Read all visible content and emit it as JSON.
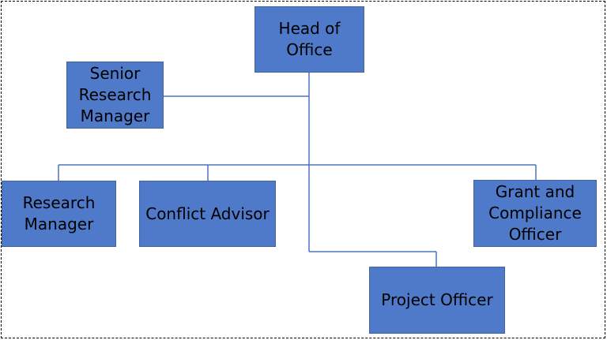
{
  "diagram": {
    "type": "org-chart",
    "box_color": "#4f79c9",
    "line_color": "#4a73c4",
    "nodes": {
      "head": {
        "label": "Head of\nOffice"
      },
      "senior": {
        "label": "Senior\nResearch\nManager"
      },
      "research": {
        "label": "Research\nManager"
      },
      "conflict": {
        "label": "Conflict Advisor"
      },
      "grant": {
        "label": "Grant  and\nCompliance\nOfficer"
      },
      "project": {
        "label": "Project Officer"
      }
    },
    "edges": [
      {
        "from": "head",
        "to": "senior"
      },
      {
        "from": "head",
        "to": "research"
      },
      {
        "from": "head",
        "to": "conflict"
      },
      {
        "from": "head",
        "to": "grant"
      },
      {
        "from": "head",
        "to": "project"
      }
    ]
  }
}
